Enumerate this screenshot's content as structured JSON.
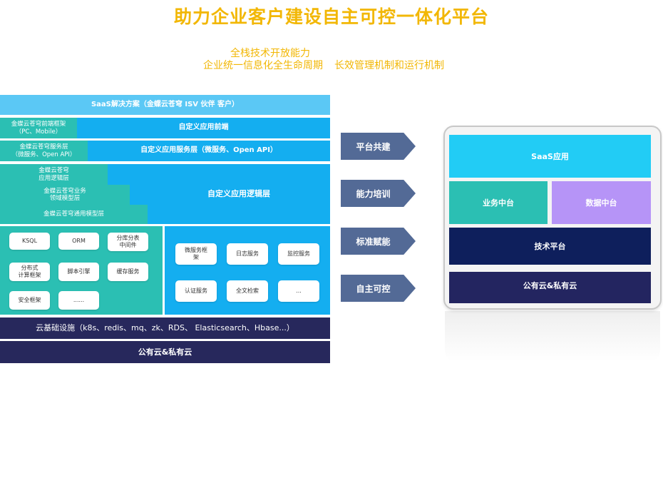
{
  "header": {
    "title": "助力企业客户建设自主可控一体化平台",
    "subtitle_line1": "全栈技术开放能力",
    "subtitle_line2_a": "企业统一信息化全生命周期",
    "subtitle_line2_b": "长效管理机制和运行机制"
  },
  "arch": {
    "saas_bar": "SaaS解决方案（金蝶云苍穹 ISV 伙伴 客户）",
    "frontend_left": "金蝶云苍穹前端框架\n（PC、Mobile）",
    "frontend_right": "自定义应用前端",
    "service_left": "金蝶云苍穹服务层\n（微服务、Open API）",
    "service_right": "自定义应用服务层（微服务、Open API）",
    "logic_step1": "金蝶云苍穹\n应用逻辑层",
    "logic_step2": "金蝶云苍穹业务\n领域模型层",
    "logic_step3": "金蝶云苍穹通用模型层",
    "logic_right": "自定义应用逻辑层",
    "components_left": [
      "KSQL",
      "ORM",
      "分库分表\n中间件",
      "分布式\n计算框架",
      "脚本引擎",
      "缓存服务",
      "安全框架",
      "......"
    ],
    "components_right": [
      "微服务框\n架",
      "日志服务",
      "监控服务",
      "认证服务",
      "全文检索",
      "..."
    ],
    "infra": "云基础设施（k8s、redis、mq、zk、RDS、 Elasticsearch、Hbase...）",
    "cloud": "公有云&私有云"
  },
  "arrows": [
    "平台共建",
    "能力培训",
    "标准赋能",
    "自主可控"
  ],
  "platform": {
    "saas": "SaaS应用",
    "business": "业务中台",
    "data": "数据中台",
    "tech": "技术平台",
    "cloud": "公有云&私有云"
  },
  "colors": {
    "title": "#f2b705",
    "blue": "#14aef0",
    "teal": "#2bbfb3",
    "navy": "#27285c",
    "arrow": "#536a96",
    "saas_app": "#22ccf5",
    "data_center": "#b694f7",
    "tech_platform": "#0e1f5c",
    "panel_cloud": "#232560"
  }
}
